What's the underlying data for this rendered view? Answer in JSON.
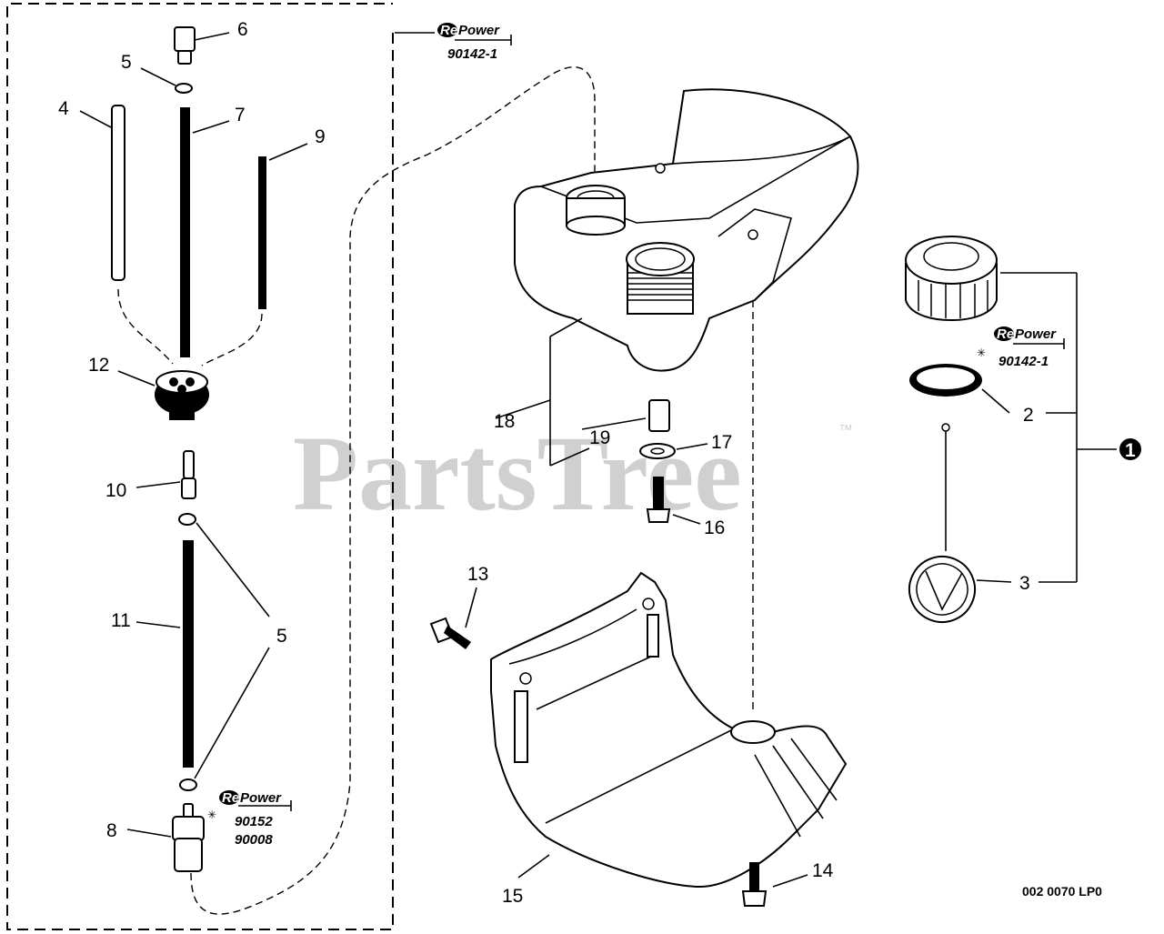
{
  "watermark": {
    "text": "PartsTree",
    "trademark": "™"
  },
  "drawing_code": "002 0070 LP0",
  "repower": {
    "word_re": "Re",
    "word_power": "Power",
    "top_number": "90142-1",
    "cap_number": "90142-1",
    "filter_numbers": [
      "90152",
      "90008"
    ]
  },
  "callouts": {
    "c1": "1",
    "c2": "2",
    "c3": "3",
    "c4": "4",
    "c5a": "5",
    "c5b": "5",
    "c6": "6",
    "c7": "7",
    "c8": "8",
    "c9": "9",
    "c10": "10",
    "c11": "11",
    "c12": "12",
    "c13": "13",
    "c14": "14",
    "c15": "15",
    "c16": "16",
    "c17": "17",
    "c18": "18",
    "c19": "19"
  }
}
